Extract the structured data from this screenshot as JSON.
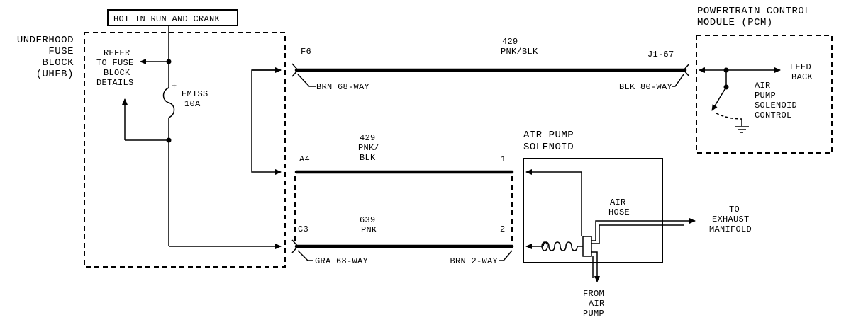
{
  "power_note": "HOT IN RUN AND CRANK",
  "fuse_block": {
    "name_lines": [
      "UNDERHOOD",
      "FUSE",
      "BLOCK",
      "(UHFB)"
    ],
    "refer_lines": [
      "REFER",
      "TO FUSE",
      "BLOCK",
      "DETAILS"
    ],
    "fuse_lines": [
      "EMISS",
      "10A"
    ]
  },
  "pcm": {
    "title_lines": [
      "POWERTRAIN CONTROL",
      "MODULE (PCM)"
    ],
    "feedback_lines": [
      "FEED",
      "BACK"
    ],
    "control_lines": [
      "AIR",
      "PUMP",
      "SOLENOID",
      "CONTROL"
    ]
  },
  "circuits": {
    "top": {
      "number": "429",
      "color": "PNK/BLK",
      "left_pin": "F6",
      "right_pin": "J1-67",
      "left_connector": "BRN 68-WAY",
      "right_connector": "BLK 80-WAY"
    },
    "middle": {
      "number": "429",
      "color_lines": [
        "PNK/",
        "BLK"
      ],
      "left_pin": "A4",
      "right_pin": "1"
    },
    "bottom": {
      "number": "639",
      "color": "PNK",
      "left_pin": "C3",
      "right_pin": "2",
      "left_connector": "GRA 68-WAY",
      "right_connector": "BRN 2-WAY"
    }
  },
  "solenoid": {
    "title_lines": [
      "AIR PUMP",
      "SOLENOID"
    ],
    "hose_lines": [
      "AIR",
      "HOSE"
    ],
    "exhaust_lines": [
      "TO",
      "EXHAUST",
      "MANIFOLD"
    ],
    "from_lines": [
      "FROM",
      "AIR",
      "PUMP"
    ]
  }
}
